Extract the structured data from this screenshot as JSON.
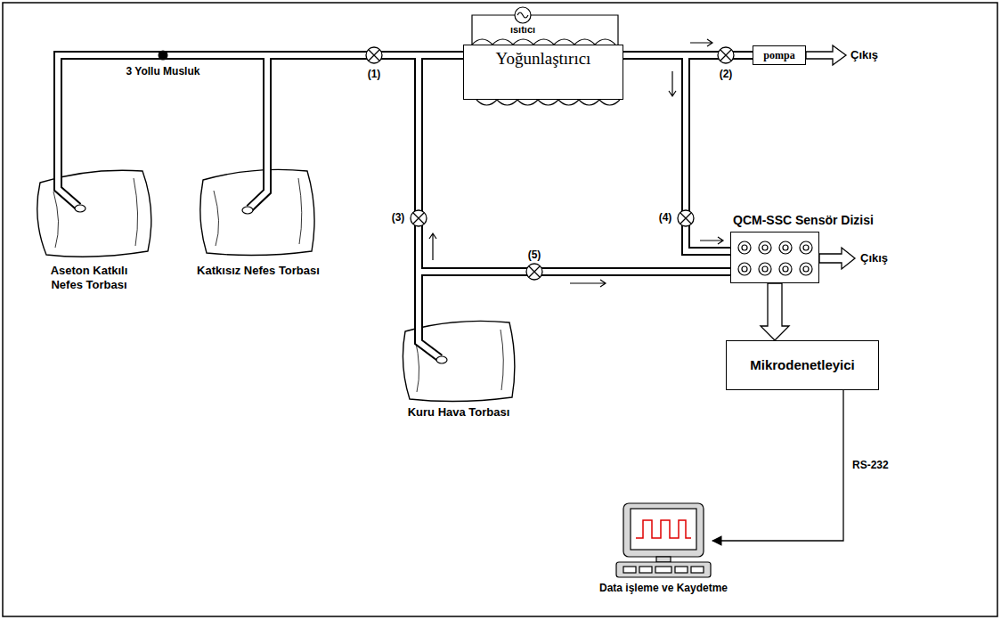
{
  "diagram": {
    "nodes": [
      {
        "text": [
          "Yoğunlaştırıcı"
        ]
      },
      {
        "text": [
          "pompa"
        ]
      },
      {
        "text": [
          "QCM-SSC Sensör Dizisi"
        ]
      },
      {
        "text": [
          "Mikrodenetleyici"
        ]
      },
      {
        "text": [
          "Data işleme ve Kaydetme"
        ]
      }
    ],
    "edges": [
      {
        "from": 0,
        "to": 1,
        "arrow": "none"
      },
      {
        "from": 0,
        "to": 2,
        "arrow": "none"
      },
      {
        "from": 2,
        "to": 3,
        "arrow": "to"
      },
      {
        "from": 3,
        "to": 4,
        "label": "RS-232",
        "arrow": "to"
      }
    ],
    "labels": [
      "ısıtıcı",
      "(1)",
      "(2)",
      "(3)",
      "(4)",
      "(5)",
      "3 Yollu Musluk",
      "Çıkış",
      "Çıkış",
      "Aseton Katkılı Nefes Torbası",
      "Katkısız Nefes Torbası",
      "Kuru Hava Torbası"
    ]
  }
}
